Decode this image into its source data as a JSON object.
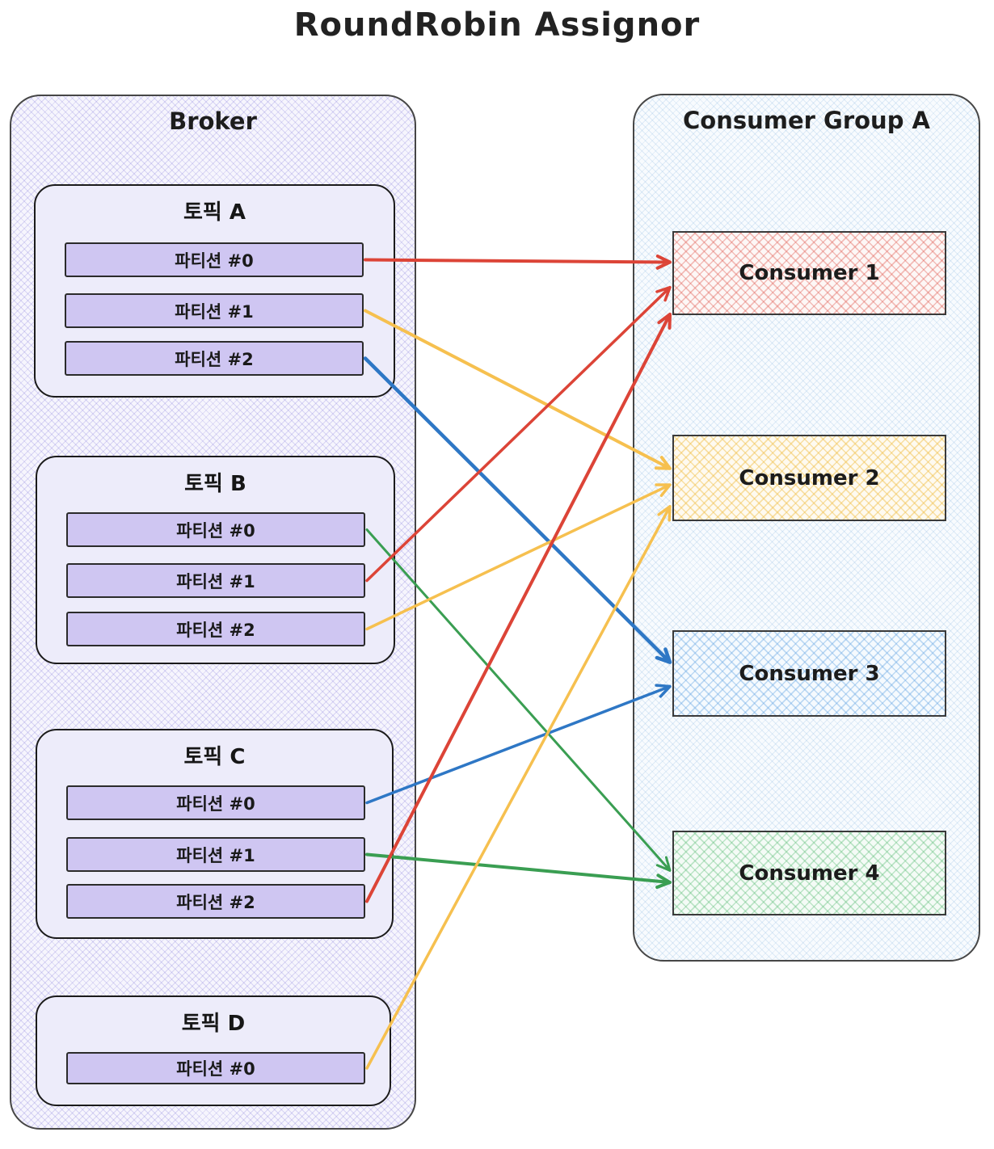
{
  "title": "RoundRobin Assignor",
  "broker": {
    "label": "Broker",
    "topics": [
      {
        "label": "토픽 A",
        "partitions": [
          "파티션 #0",
          "파티션 #1",
          "파티션 #2"
        ]
      },
      {
        "label": "토픽 B",
        "partitions": [
          "파티션 #0",
          "파티션 #1",
          "파티션 #2"
        ]
      },
      {
        "label": "토픽 C",
        "partitions": [
          "파티션 #0",
          "파티션 #1",
          "파티션 #2"
        ]
      },
      {
        "label": "토픽 D",
        "partitions": [
          "파티션 #0"
        ]
      }
    ]
  },
  "consumer_group": {
    "label": "Consumer Group A",
    "consumers": [
      {
        "label": "Consumer 1",
        "color": "#dc4437"
      },
      {
        "label": "Consumer 2",
        "color": "#f6c04f"
      },
      {
        "label": "Consumer 3",
        "color": "#2e77c5"
      },
      {
        "label": "Consumer 4",
        "color": "#3a9e52"
      }
    ]
  },
  "assignments": [
    {
      "topic": 0,
      "partition": 0,
      "consumer": 0,
      "entry": 0.37,
      "color": "#dc4437",
      "width": 4
    },
    {
      "topic": 0,
      "partition": 1,
      "consumer": 1,
      "entry": 0.39,
      "color": "#f6c04f",
      "width": 4
    },
    {
      "topic": 0,
      "partition": 2,
      "consumer": 2,
      "entry": 0.37,
      "color": "#2e77c5",
      "width": 4.5
    },
    {
      "topic": 1,
      "partition": 0,
      "consumer": 3,
      "entry": 0.47,
      "color": "#3a9e52",
      "width": 3
    },
    {
      "topic": 1,
      "partition": 1,
      "consumer": 0,
      "entry": 0.67,
      "color": "#dc4437",
      "width": 3.5
    },
    {
      "topic": 1,
      "partition": 2,
      "consumer": 1,
      "entry": 0.58,
      "color": "#f6c04f",
      "width": 3.5
    },
    {
      "topic": 2,
      "partition": 0,
      "consumer": 2,
      "entry": 0.65,
      "color": "#2e77c5",
      "width": 3.5
    },
    {
      "topic": 2,
      "partition": 1,
      "consumer": 3,
      "entry": 0.61,
      "color": "#3a9e52",
      "width": 4
    },
    {
      "topic": 2,
      "partition": 2,
      "consumer": 0,
      "entry": 0.99,
      "color": "#dc4437",
      "width": 4
    },
    {
      "topic": 3,
      "partition": 0,
      "consumer": 1,
      "entry": 0.83,
      "color": "#f6c04f",
      "width": 3.5
    }
  ],
  "palette": {
    "broker_fill": "#e9e7f8",
    "topic_fill": "#edecfa",
    "partition_fill": "#cfc6f2",
    "group_fill": "#eef5fb",
    "red": "#dc4437",
    "yellow": "#f6c04f",
    "blue": "#2e77c5",
    "green": "#3a9e52",
    "ink": "#1e1e1e"
  }
}
